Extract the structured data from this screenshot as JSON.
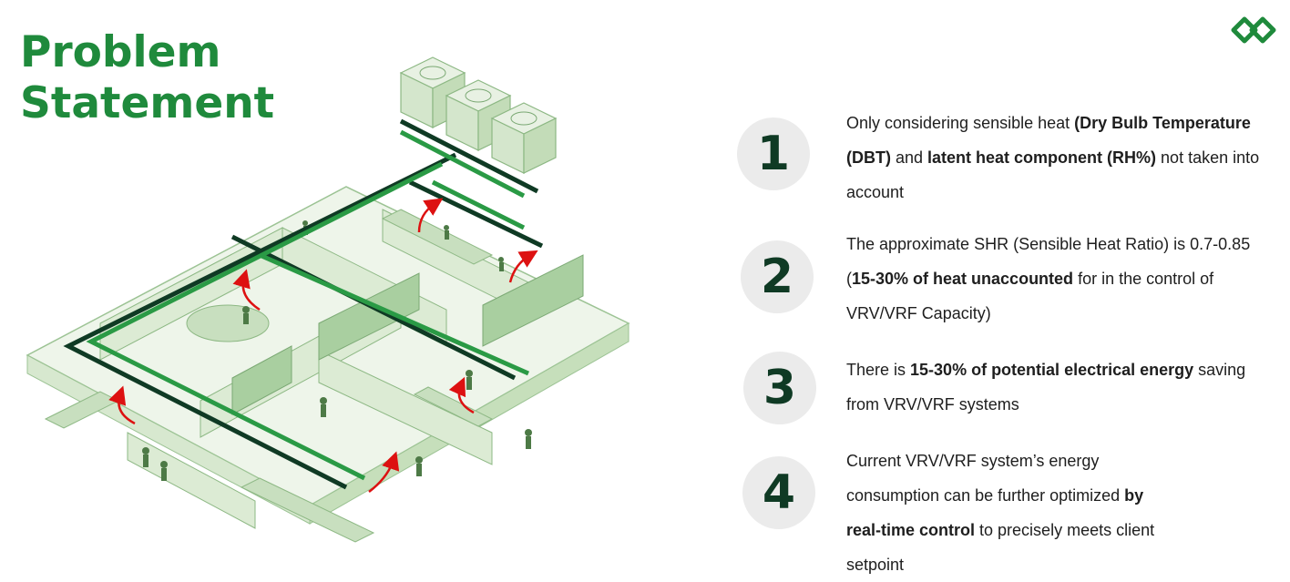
{
  "title": {
    "line1": "Problem",
    "line2": "Statement"
  },
  "logo": {
    "icon": "interlocking-diamonds-logo",
    "color": "#1f8a3c"
  },
  "illustration": {
    "icon": "isometric-office-hvac-ducts",
    "color": "#1f8a3c"
  },
  "colors": {
    "accent": "#1f8a3c",
    "dark_green": "#0f3a24",
    "circle_bg": "#ebebeb"
  },
  "statements": [
    {
      "number": "1",
      "parts": [
        "Only considering sensible heat ",
        "(Dry Bulb Temperature (DBT)",
        " and ",
        "latent heat component (RH%)",
        "  not taken into account"
      ]
    },
    {
      "number": "2",
      "parts": [
        "The approximate SHR (Sensible Heat Ratio)  is 0.7-0.85 (",
        "15-30% of heat unaccounted",
        " for  in the control of VRV/VRF Capacity)"
      ]
    },
    {
      "number": "3",
      "parts": [
        "There is ",
        "15-30% of potential electrical energy",
        " saving from VRV/VRF  systems"
      ]
    },
    {
      "number": "4",
      "parts": [
        "Current VRV/VRF system’s energy consumption can be further optimized ",
        "by real-time control",
        " to precisely meets client setpoint"
      ]
    }
  ]
}
